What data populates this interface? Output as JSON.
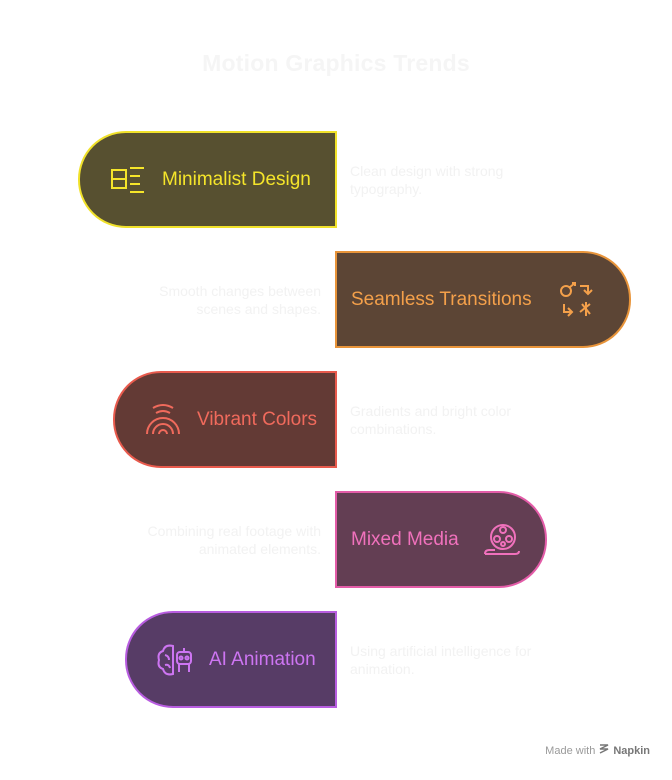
{
  "title": "Motion Graphics Trends",
  "items": [
    {
      "label": "Minimalist Design",
      "description": "Clean design with strong typography.",
      "icon": "layout-list-icon",
      "color": "#f0e12a"
    },
    {
      "label": "Seamless Transitions",
      "description": "Smooth changes between scenes and shapes.",
      "icon": "transition-arrows-icon",
      "color": "#e8943a"
    },
    {
      "label": "Vibrant Colors",
      "description": "Gradients and bright color combinations.",
      "icon": "rainbow-icon",
      "color": "#e85a4d"
    },
    {
      "label": "Mixed Media",
      "description": "Combining real footage with animated elements.",
      "icon": "film-reel-icon",
      "color": "#e35ca8"
    },
    {
      "label": "AI Animation",
      "description": "Using artificial intelligence for animation.",
      "icon": "brain-robot-icon",
      "color": "#b85de0"
    }
  ],
  "footer": {
    "made_with": "Made with",
    "brand": "Napkin"
  }
}
